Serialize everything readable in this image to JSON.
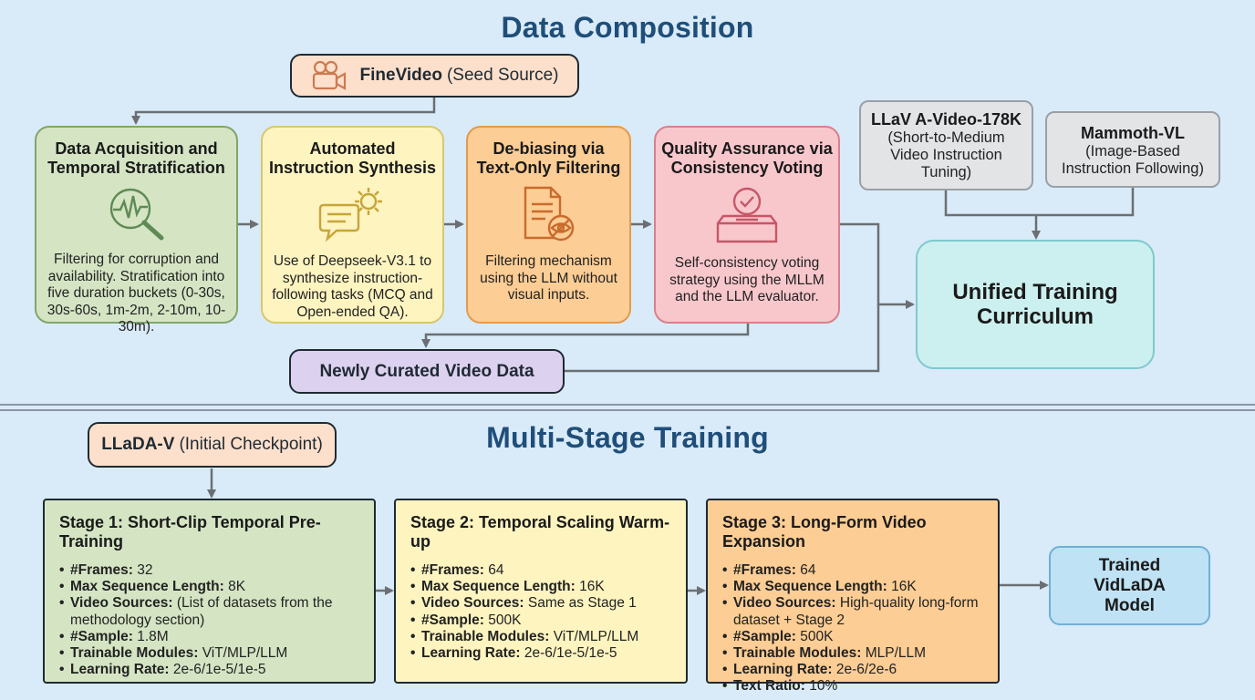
{
  "composition": {
    "title": "Data Composition",
    "seed": {
      "bold": "FineVideo",
      "rest": "(Seed Source)",
      "icon": "video-camera-icon"
    },
    "steps": [
      {
        "title": "Data Acquisition and Temporal Stratification",
        "icon": "magnifier-waveform-icon",
        "desc": "Filtering for corruption and availability. Stratification into five duration buckets (0-30s, 30s-60s, 1m-2m, 2-10m, 10-30m)."
      },
      {
        "title": "Automated Instruction Synthesis",
        "icon": "chat-gear-icon",
        "desc": "Use of Deepseek-V3.1 to synthesize instruction-following tasks (MCQ and Open-ended QA)."
      },
      {
        "title": "De-biasing via Text-Only Filtering",
        "icon": "document-eye-off-icon",
        "desc": "Filtering mechanism using the LLM without visual inputs."
      },
      {
        "title": "Quality Assurance via Consistency Voting",
        "icon": "ballot-box-check-icon",
        "desc": "Self-consistency voting strategy using the MLLM and the LLM evaluator."
      }
    ],
    "llava": {
      "title": "LLaV A-Video-178K",
      "desc": "(Short-to-Medium Video Instruction Tuning)"
    },
    "mammoth": {
      "title": "Mammoth-VL",
      "desc": "(Image-Based Instruction Following)"
    },
    "unified": "Unified Training Curriculum",
    "curated": "Newly Curated Video Data"
  },
  "training": {
    "title": "Multi-Stage Training",
    "checkpoint": {
      "bold": "LLaDA-V",
      "rest": "(Initial Checkpoint)"
    },
    "stages": [
      {
        "title": "Stage 1: Short-Clip Temporal Pre-Training",
        "items": [
          {
            "label": "#Frames:",
            "value": "32"
          },
          {
            "label": "Max Sequence Length:",
            "value": "8K"
          },
          {
            "label": "Video Sources:",
            "value": "(List of datasets from the methodology section)"
          },
          {
            "label": "#Sample:",
            "value": "1.8M"
          },
          {
            "label": "Trainable Modules:",
            "value": "ViT/MLP/LLM"
          },
          {
            "label": "Learning Rate:",
            "value": "2e-6/1e-5/1e-5"
          }
        ]
      },
      {
        "title": "Stage 2: Temporal Scaling Warm-up",
        "items": [
          {
            "label": "#Frames:",
            "value": "64"
          },
          {
            "label": "Max Sequence Length:",
            "value": "16K"
          },
          {
            "label": "Video Sources:",
            "value": "Same as Stage 1"
          },
          {
            "label": "#Sample:",
            "value": "500K"
          },
          {
            "label": "Trainable Modules:",
            "value": "ViT/MLP/LLM"
          },
          {
            "label": "Learning Rate:",
            "value": "2e-6/1e-5/1e-5"
          }
        ]
      },
      {
        "title": "Stage 3: Long-Form Video Expansion",
        "items": [
          {
            "label": "#Frames:",
            "value": "64"
          },
          {
            "label": "Max Sequence Length:",
            "value": "16K"
          },
          {
            "label": "Video Sources:",
            "value": "High-quality long-form dataset + Stage 2"
          },
          {
            "label": "#Sample:",
            "value": "500K"
          },
          {
            "label": "Trainable Modules:",
            "value": "MLP/LLM"
          },
          {
            "label": "Learning Rate:",
            "value": "2e-6/2e-6"
          },
          {
            "label": "Text Ratio:",
            "value": "10%"
          }
        ]
      }
    ],
    "final": "Trained VidLaDA Model"
  },
  "colors": {
    "accent": "#1f4e79",
    "arrow": "#6b6f73",
    "background": "#d9ebf8"
  }
}
